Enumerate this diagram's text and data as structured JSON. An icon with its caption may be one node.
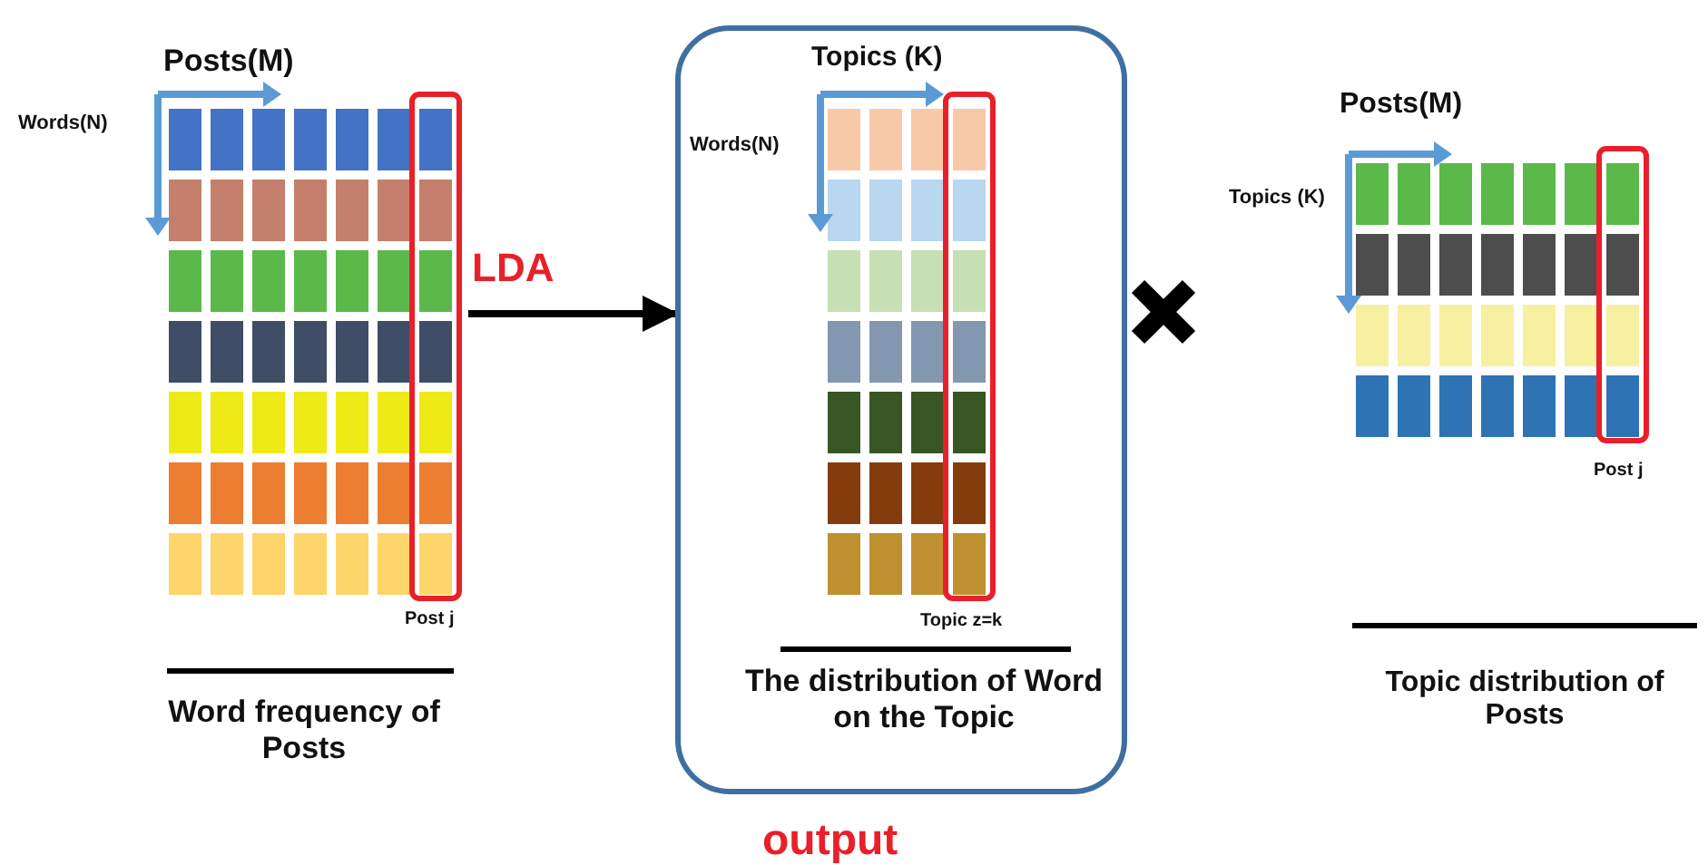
{
  "diagram": {
    "nodes": [
      {
        "text": [
          "Posts(M)",
          "Words(N)",
          "Post j",
          "Word frequency of Posts"
        ]
      },
      {
        "text": [
          "Topics (K)",
          "Words(N)",
          "Topic z=k",
          "The distribution of Word on the Topic"
        ],
        "beside": [
          "output"
        ]
      },
      {
        "text": [
          "Posts(M)",
          "Topics (K)",
          "Post j",
          "Topic distribution of Posts"
        ]
      }
    ],
    "edges": [
      {
        "from": 0,
        "to": 1,
        "arrow": "to",
        "label": "LDA"
      }
    ]
  }
}
